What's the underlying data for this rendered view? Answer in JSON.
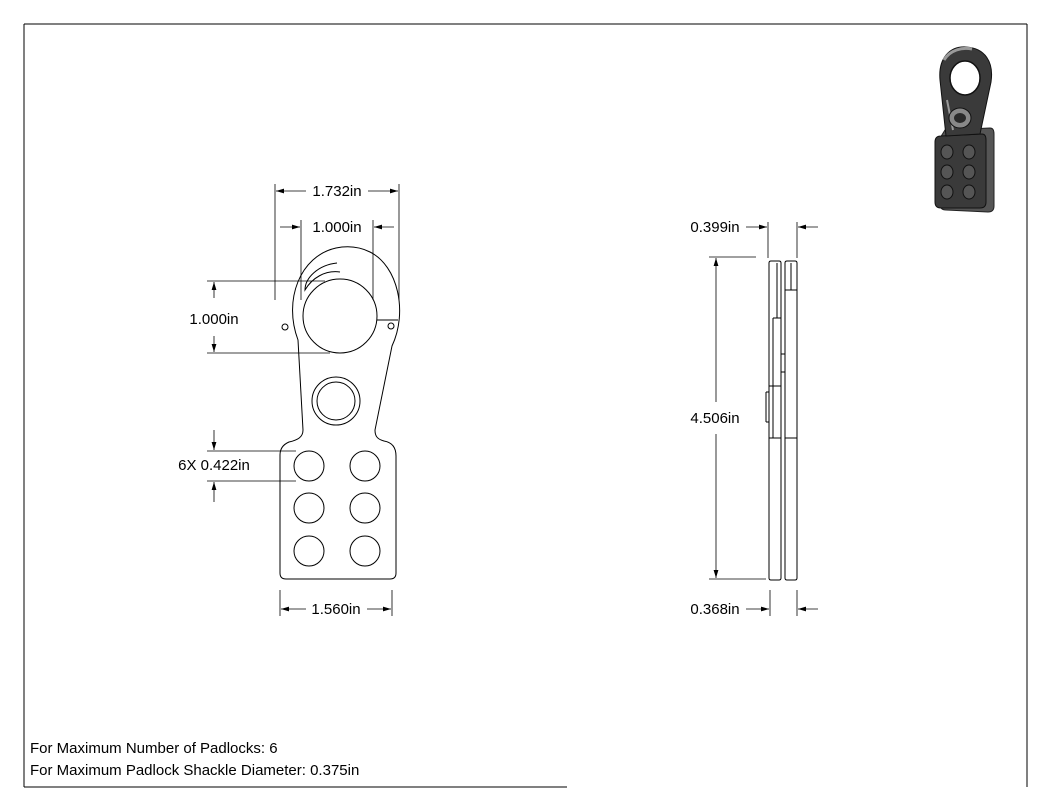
{
  "front_view": {
    "overall_width": "1.732in",
    "inner_width": "1.000in",
    "shackle_opening": "1.000in",
    "hole_diameter": "6X 0.422in",
    "bottom_width": "1.560in"
  },
  "side_view": {
    "top_thickness": "0.399in",
    "overall_height": "4.506in",
    "bottom_thickness": "0.368in"
  },
  "notes": {
    "max_padlocks": "For Maximum Number of Padlocks: 6",
    "max_shackle": "For Maximum Padlock Shackle Diameter: 0.375in"
  },
  "colors": {
    "line": "#000000",
    "iso_body": "#3a3a3a",
    "iso_highlight": "#9a9a9a"
  }
}
